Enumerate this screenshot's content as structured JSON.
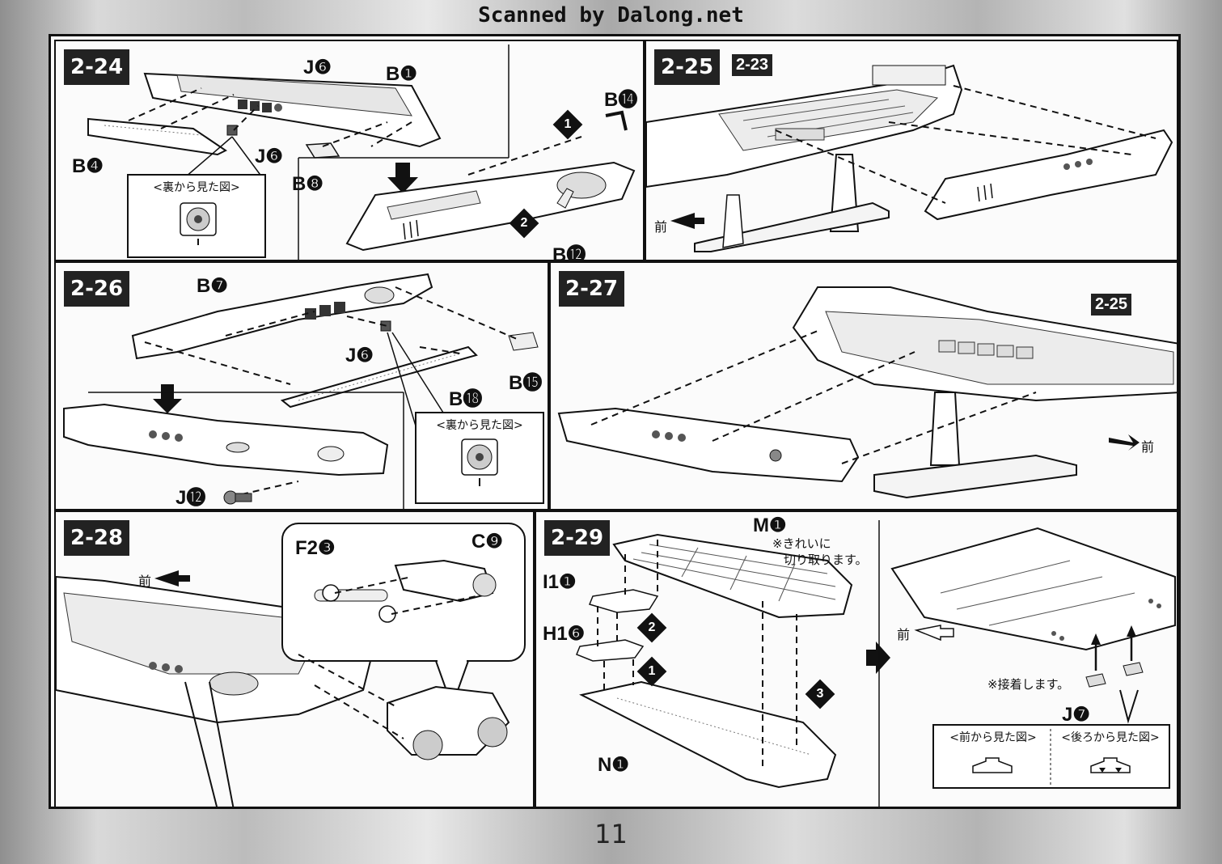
{
  "watermark": "Scanned by Dalong.net",
  "page_number": "11",
  "steps": {
    "s24": {
      "number": "2-24",
      "labels": {
        "j6_top": "J❻",
        "b1": "B❶",
        "b14": "B⓮",
        "b4": "B❹",
        "j6_mid": "J❻",
        "b8": "B❽",
        "b12": "B⓬"
      },
      "view_title": "<裏から見た図>",
      "badge1": "1",
      "badge2": "2"
    },
    "s25": {
      "number": "2-25",
      "ref": "2-23",
      "front": "前"
    },
    "s26": {
      "number": "2-26",
      "labels": {
        "b7": "B❼",
        "j6": "J❻",
        "b15": "B⓯",
        "b18": "B⓲",
        "j12": "J⓬"
      },
      "view_title": "<裏から見た図>"
    },
    "s27": {
      "number": "2-27",
      "ref": "2-25",
      "front": "前"
    },
    "s28": {
      "number": "2-28",
      "front": "前",
      "labels": {
        "f23": "F2❸",
        "c9": "C❾"
      }
    },
    "s29": {
      "number": "2-29",
      "labels": {
        "m1": "M❶",
        "i11": "I1❶",
        "h16": "H1❻",
        "n1": "N❶",
        "j7": "J❼"
      },
      "note1": "※きれいに",
      "note2": "切り取ります。",
      "glue": "※接着します。",
      "front": "前",
      "badge1": "1",
      "badge2": "2",
      "badge3": "3",
      "view_front": "<前から見た図>",
      "view_back": "<後ろから見た図>"
    }
  }
}
